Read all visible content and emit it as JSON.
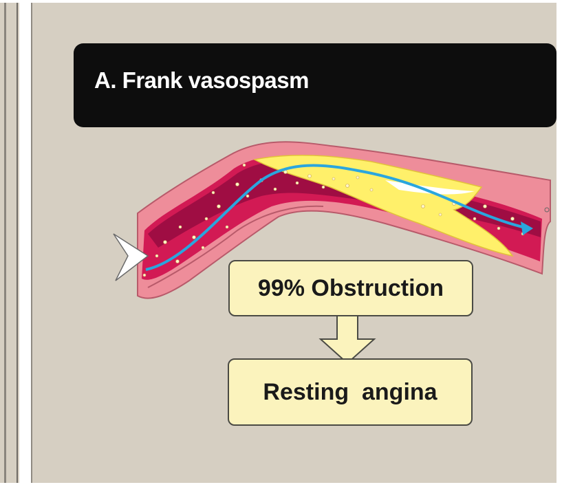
{
  "title": "A. Frank vasospasm",
  "labels": {
    "obstruction": "99% Obstruction",
    "outcome": "Resting  angina"
  },
  "colors": {
    "background": "#d6cfc2",
    "banner": "#0d0d0d",
    "label_fill": "#fbf3bd",
    "vessel_outer": "#ee8d9a",
    "vessel_lumen": "#d21a54",
    "vessel_dark": "#8e0a3e",
    "plaque": "#fff06a",
    "flow_arrow": "#2aa6de"
  }
}
